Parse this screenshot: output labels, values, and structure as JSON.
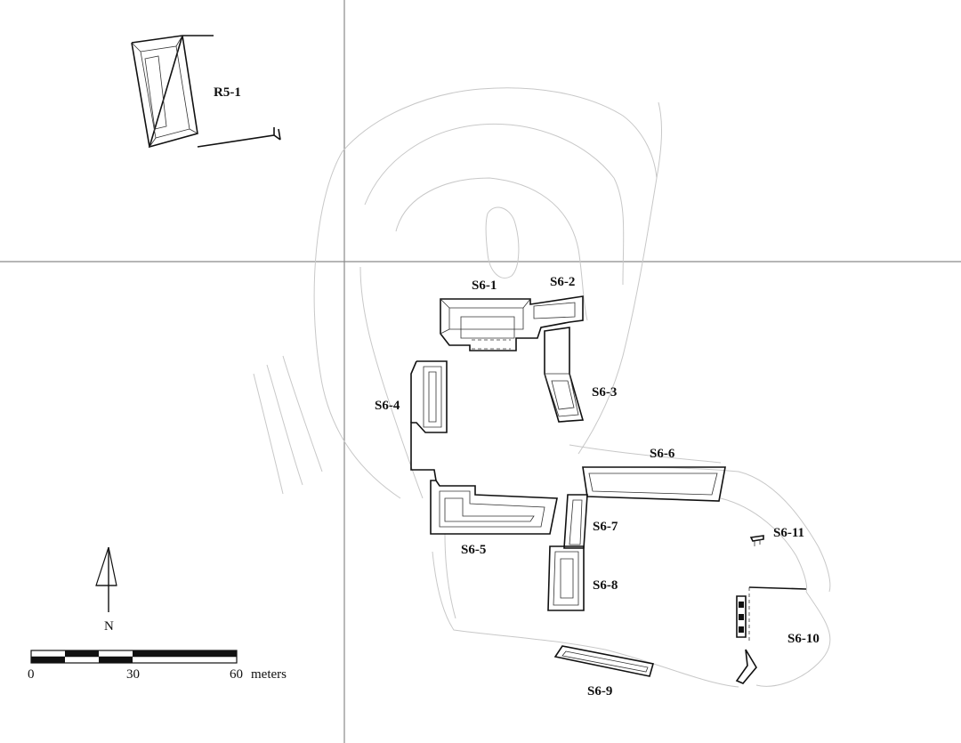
{
  "structures": [
    {
      "id": "R5-1",
      "label": "R5-1"
    },
    {
      "id": "S6-1",
      "label": "S6-1"
    },
    {
      "id": "S6-2",
      "label": "S6-2"
    },
    {
      "id": "S6-3",
      "label": "S6-3"
    },
    {
      "id": "S6-4",
      "label": "S6-4"
    },
    {
      "id": "S6-5",
      "label": "S6-5"
    },
    {
      "id": "S6-6",
      "label": "S6-6"
    },
    {
      "id": "S6-7",
      "label": "S6-7"
    },
    {
      "id": "S6-8",
      "label": "S6-8"
    },
    {
      "id": "S6-9",
      "label": "S6-9"
    },
    {
      "id": "S6-10",
      "label": "S6-10"
    },
    {
      "id": "S6-11",
      "label": "S6-11"
    }
  ],
  "north_arrow": {
    "label": "N"
  },
  "scale_bar": {
    "ticks": [
      "0",
      "30",
      "60"
    ],
    "unit": "meters"
  }
}
